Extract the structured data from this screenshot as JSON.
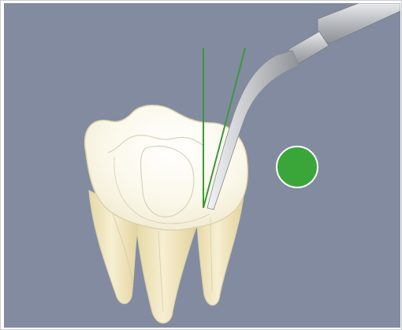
{
  "colors": {
    "background": "#838ba0",
    "tooth_crown": "#fbf8ea",
    "tooth_root": "#ede0b0",
    "tooth_outline": "#dcd3ad",
    "angle_lines": "#3a9a36",
    "indicator": "#3aa63a",
    "instrument": "#b9bcc1"
  },
  "icons": {
    "tooth": "molar-tooth-illustration",
    "instrument": "ultrasonic-scaler-tip",
    "indicator": "green-status-dot"
  },
  "indicator": {
    "state": "green"
  }
}
